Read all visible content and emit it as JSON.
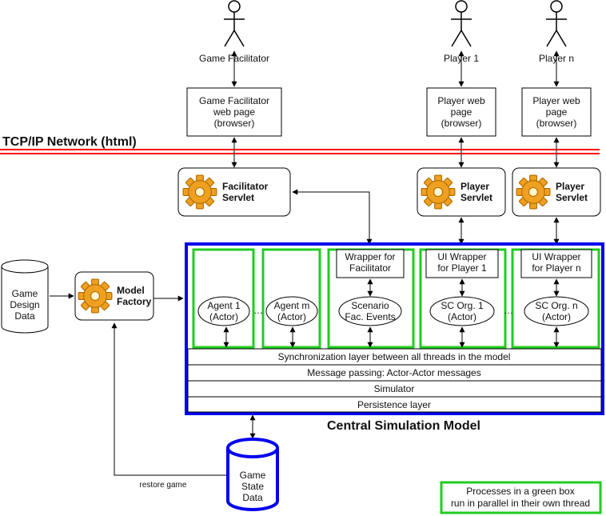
{
  "colors": {
    "network": "#ff0000",
    "model_border": "#0000ee",
    "thread_box": "#22cc22",
    "title": "#0000cc",
    "gear": "#f0a020",
    "line": "#000000"
  },
  "network": {
    "label": "TCP/IP Network (html)"
  },
  "actors": [
    {
      "label": "Game Facilitator",
      "icon": "person-icon"
    },
    {
      "label": "Player 1",
      "icon": "person-icon"
    },
    {
      "label": "Player n",
      "icon": "person-icon"
    }
  ],
  "web_pages": {
    "facilitator": [
      "Game Facilitator",
      "web page",
      "(browser)"
    ],
    "player1": [
      "Player web",
      "page",
      "(browser)"
    ],
    "playern": [
      "Player web",
      "page",
      "(browser)"
    ]
  },
  "servlets": {
    "facilitator": [
      "Facilitator",
      "Servlet"
    ],
    "player1": [
      "Player",
      "Servlet"
    ],
    "playern": [
      "Player",
      "Servlet"
    ]
  },
  "model_factory": [
    "Model",
    "Factory"
  ],
  "game_design_data": [
    "Game",
    "Design",
    "Data"
  ],
  "game_state_data": [
    "Game",
    "State",
    "Data"
  ],
  "restore_label": "restore game",
  "agents": [
    {
      "line1": "Agent 1",
      "line2": "(Actor)"
    },
    {
      "line1": "Agent m",
      "line2": "(Actor)"
    }
  ],
  "wrappers": {
    "facilitator": [
      "Wrapper for",
      "Facilitator"
    ],
    "player1": [
      "UI Wrapper",
      "for Player 1"
    ],
    "playern": [
      "UI Wrapper",
      "for Player n"
    ]
  },
  "ellipses": {
    "scenario": [
      "Scenario",
      "Fac. Events"
    ],
    "org1": [
      "SC Org. 1",
      "(Actor)"
    ],
    "orgn": [
      "SC Org. n",
      "(Actor)"
    ]
  },
  "dots": "…",
  "layers": [
    "Synchronization layer between all threads in the model",
    "Message passing: Actor-Actor messages",
    "Simulator",
    "Persistence layer"
  ],
  "model_title": "Central Simulation Model",
  "legend": [
    "Processes in a green box",
    "run in parallel in their own thread"
  ]
}
